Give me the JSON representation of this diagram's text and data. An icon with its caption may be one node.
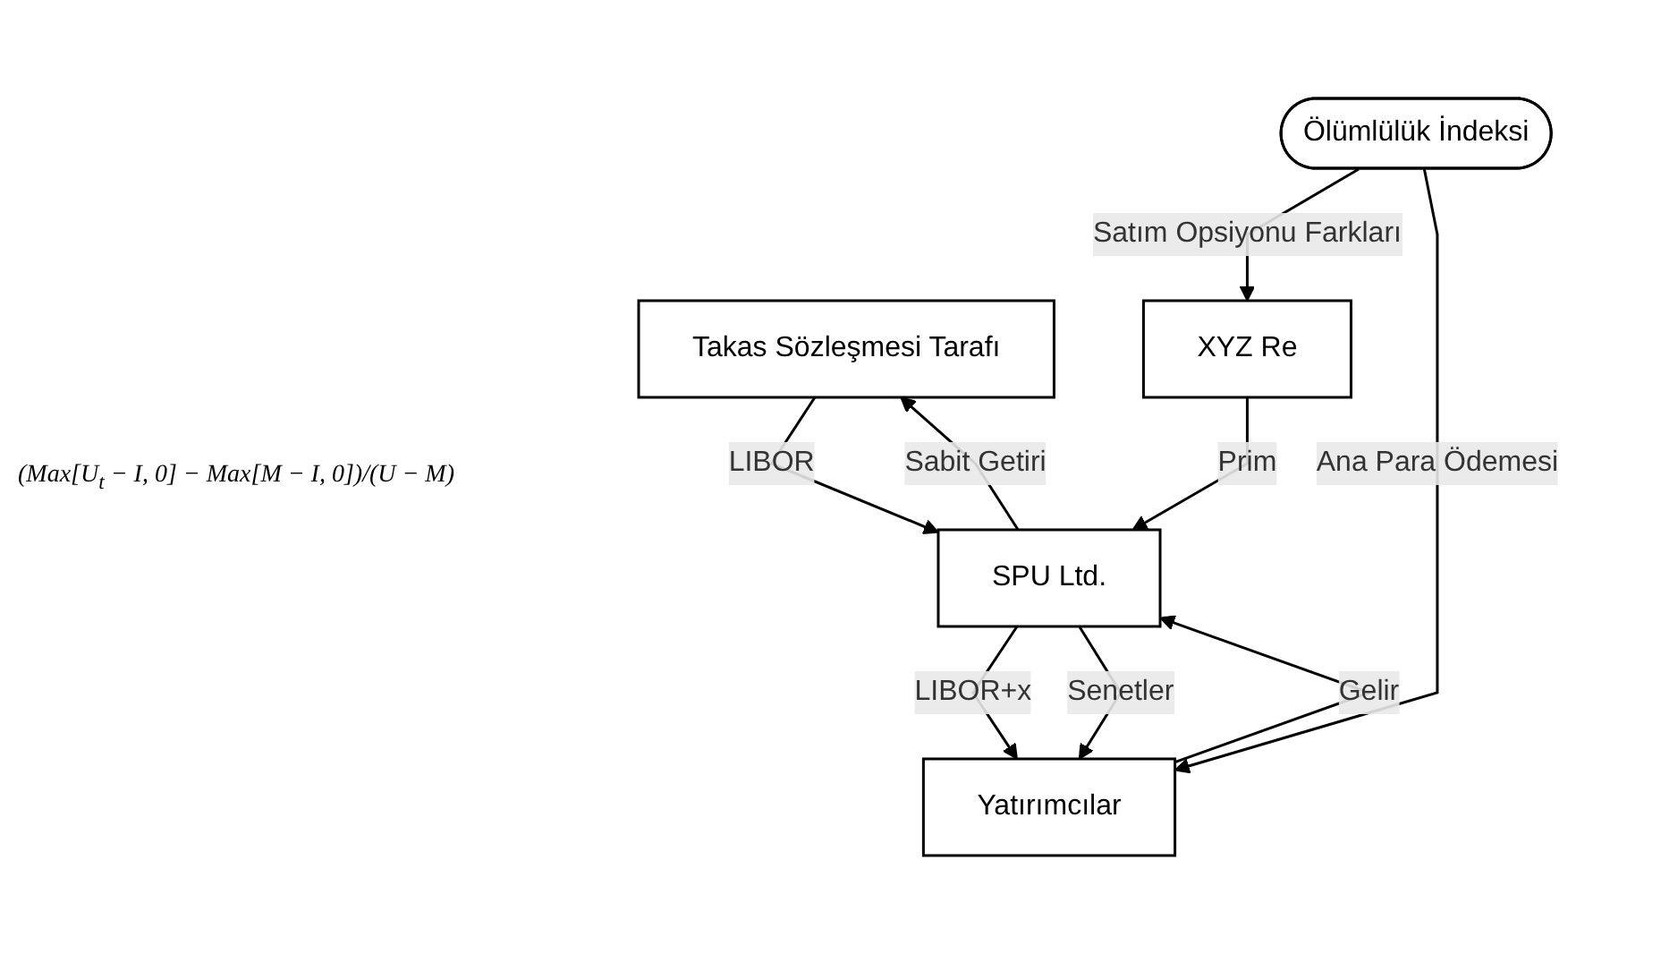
{
  "diagram": {
    "nodes": [
      {
        "text": [
          "Takas Sözleşmesi Tarafı"
        ]
      },
      {
        "text": [
          "XYZ Re"
        ]
      },
      {
        "text": [
          "SPU Ltd."
        ]
      },
      {
        "text": [
          "Yatırımcılar"
        ]
      },
      {
        "text": [
          "Ölümlülük İndeksi"
        ]
      }
    ],
    "edges": [
      {
        "from": 0,
        "to": 2,
        "arrow": "to",
        "label": "LIBOR"
      },
      {
        "from": 2,
        "to": 0,
        "arrow": "to",
        "label": "Sabit Getiri"
      },
      {
        "from": 1,
        "to": 2,
        "arrow": "to",
        "label": "Prim"
      },
      {
        "from": 3,
        "to": 2,
        "arrow": "to",
        "label": "Gelir"
      },
      {
        "from": 2,
        "to": 3,
        "arrow": "to",
        "label": "LIBOR+x"
      },
      {
        "from": 2,
        "to": 3,
        "arrow": "to",
        "label": "Senetler"
      },
      {
        "from": 4,
        "to": 1,
        "arrow": "to",
        "label": "Satım Opsiyonu Farkları"
      },
      {
        "from": 4,
        "to": 3,
        "arrow": "to",
        "label": "Ana Para Ödemesi"
      }
    ],
    "labels": [
      "(Max[U$_{t}$ − I, 0] − Max[M − I, 0])/(U − M)"
    ]
  }
}
